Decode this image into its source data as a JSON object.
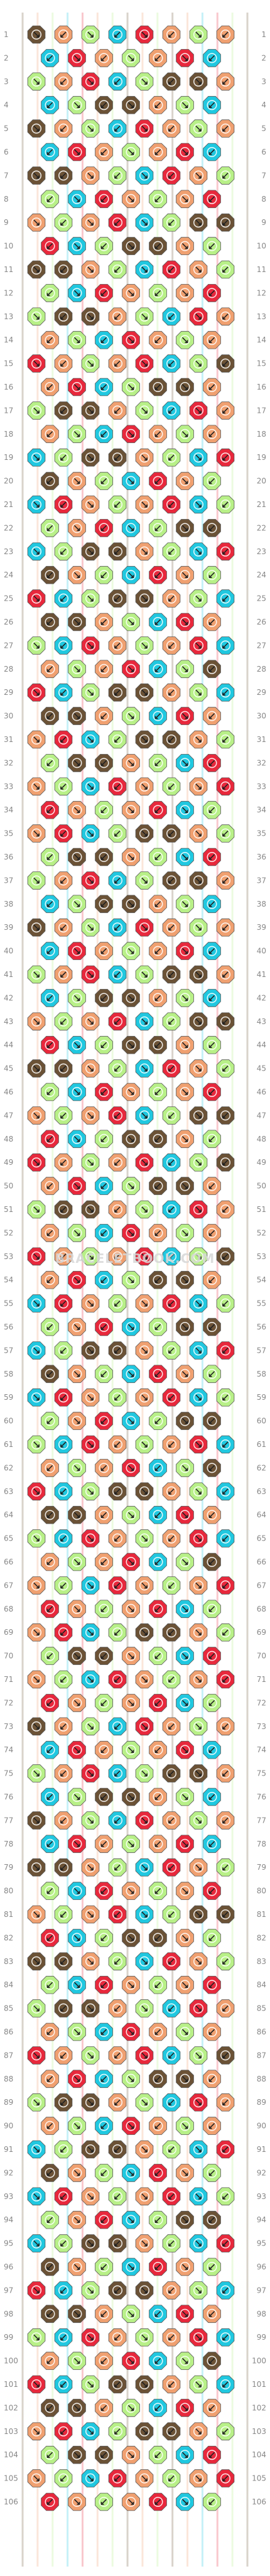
{
  "pattern": {
    "watermark": "BRACELETBOOK.COM",
    "row_count": 106,
    "rows_left": [
      "1",
      "2",
      "3",
      "4",
      "5",
      "6",
      "7",
      "8",
      "9",
      "10",
      "11",
      "12",
      "13",
      "14",
      "15",
      "16",
      "17",
      "18",
      "19",
      "20",
      "21",
      "22",
      "23",
      "24",
      "25",
      "26",
      "27",
      "28",
      "29",
      "30",
      "31",
      "32",
      "33",
      "34",
      "35",
      "36",
      "37",
      "38",
      "39",
      "40",
      "41",
      "42",
      "43",
      "44",
      "45",
      "46",
      "47",
      "48",
      "49",
      "50",
      "51",
      "52",
      "53",
      "54",
      "55",
      "56",
      "57",
      "58",
      "59",
      "60",
      "61",
      "62",
      "63",
      "64",
      "65",
      "66",
      "67",
      "68",
      "69",
      "70",
      "71",
      "72",
      "73",
      "74",
      "75",
      "76",
      "77",
      "78",
      "79",
      "80",
      "81",
      "82",
      "83",
      "84",
      "85",
      "86",
      "87",
      "88",
      "89",
      "90",
      "91",
      "92",
      "93",
      "94",
      "95",
      "96",
      "97",
      "98",
      "99",
      "100",
      "101",
      "102",
      "103",
      "104",
      "105",
      "106"
    ],
    "rows_right": [
      "1",
      "2",
      "3",
      "4",
      "5",
      "6",
      "7",
      "8",
      "9",
      "10",
      "11",
      "12",
      "13",
      "14",
      "15",
      "16",
      "17",
      "18",
      "19",
      "20",
      "21",
      "22",
      "23",
      "24",
      "25",
      "26",
      "27",
      "28",
      "29",
      "30",
      "31",
      "32",
      "33",
      "34",
      "35",
      "36",
      "37",
      "38",
      "39",
      "40",
      "41",
      "42",
      "43",
      "44",
      "45",
      "46",
      "47",
      "48",
      "49",
      "50",
      "51",
      "52",
      "53",
      "54",
      "55",
      "56",
      "57",
      "58",
      "59",
      "60",
      "61",
      "62",
      "63",
      "64",
      "65",
      "66",
      "67",
      "68",
      "69",
      "70",
      "71",
      "72",
      "73",
      "74",
      "75",
      "76",
      "77",
      "78",
      "79",
      "80",
      "81",
      "82",
      "83",
      "84",
      "85",
      "86",
      "87",
      "88",
      "89",
      "90",
      "91",
      "92",
      "93",
      "94",
      "95",
      "96",
      "97",
      "98",
      "99",
      "100",
      "101",
      "102",
      "103",
      "104",
      "105",
      "106"
    ],
    "strand_colors": [
      "#6b5236",
      "#f0a070",
      "#b8f088",
      "#20c8e0",
      "#e8283c",
      "#f0a070",
      "#b8f088",
      "#6b5236",
      "#f0a070",
      "#b8f088",
      "#6b5236",
      "#f0a070",
      "#20c8e0",
      "#e8283c",
      "#b8f088",
      "#6b5236"
    ],
    "palette": {
      "brown": "#6b5236",
      "peach": "#f0a070",
      "lime": "#b8f088",
      "cyan": "#20c8e0",
      "red": "#e8283c"
    },
    "color_sequence": [
      "#6b5236",
      "#f0a070",
      "#b8f088",
      "#20c8e0",
      "#e8283c",
      "#f0a070",
      "#b8f088",
      "#6b5236",
      "#e8283c",
      "#20c8e0",
      "#b8f088",
      "#f0a070"
    ]
  }
}
